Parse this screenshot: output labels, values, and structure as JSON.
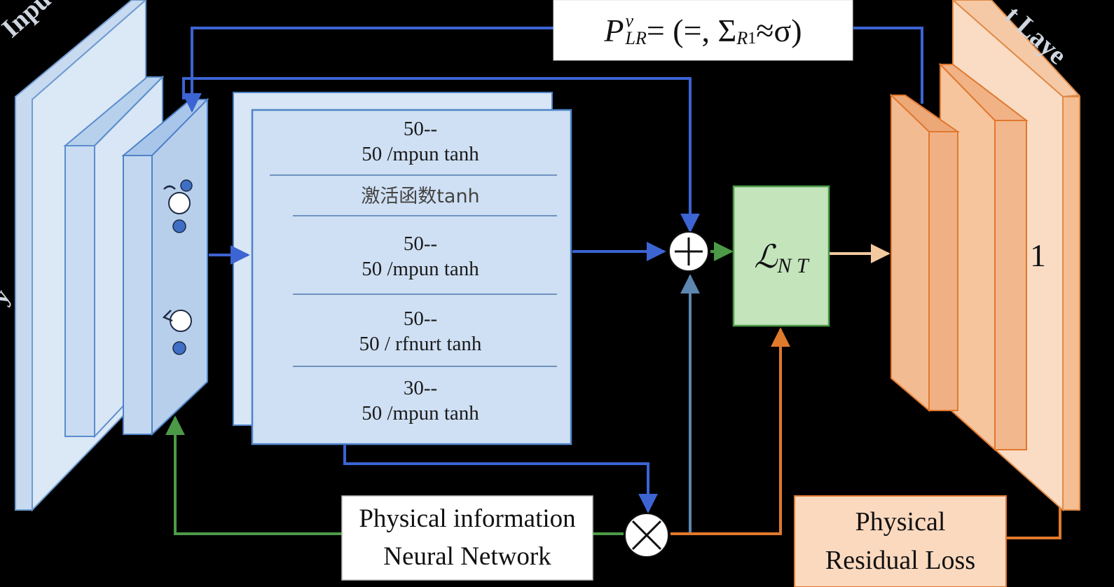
{
  "formula": "P_LR^v = (=, Σ_R1 ≈ σ)",
  "formula_parts": {
    "base": "P",
    "sup": "v",
    "sub": "LR",
    "body": " = (=, Σ",
    "sub2": "R",
    "sub2b": "1",
    "tail": " ≈σ)"
  },
  "input_label": "Input",
  "output_label": "t Laye",
  "left_edge_label": "y",
  "stack_rows": [
    {
      "top": "50--",
      "bottom": "50 /mpun tanh"
    },
    {
      "top": "",
      "bottom": "激活函数tanh"
    },
    {
      "top": "50--",
      "bottom": "50 /mpun tanh"
    },
    {
      "top": "50--",
      "bottom": "50 / rfnurt tanh"
    },
    {
      "top": "30--",
      "bottom": "50 /mpun tanh"
    }
  ],
  "loss_symbol": "ℒ",
  "loss_sub": "N T",
  "plus_symbol": "+",
  "times_symbol": "×",
  "output_value": "1",
  "pinn_label": {
    "line1": "Physical information",
    "line2": "Neural Network"
  },
  "residual_label": {
    "line1": "Physical",
    "line2": "Residual Loss"
  },
  "colors": {
    "blue_line": "#3c64d2",
    "green_line": "#4c9a48",
    "orange_line": "#e07a2c",
    "input_panel": "#d3e3f5",
    "loss_box": "#c4e4bc",
    "output_panel": "#f4bd92"
  }
}
